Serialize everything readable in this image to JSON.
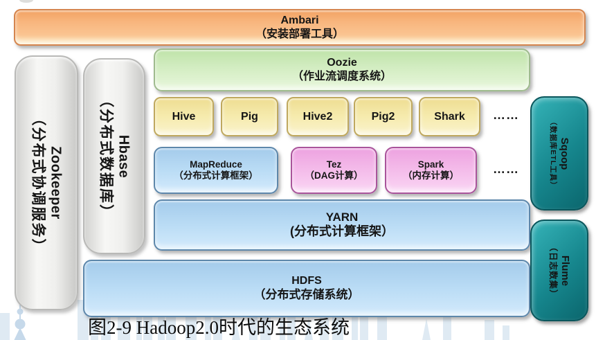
{
  "figure": {
    "caption": "图2-9 Hadoop2.0时代的生态系统"
  },
  "diagram": {
    "ambari": {
      "name": "Ambari",
      "desc": "（安装部署工具）"
    },
    "zookeeper": {
      "name": "Zookeeper",
      "desc": "（分布式协调服务）"
    },
    "hbase": {
      "name": "Hbase",
      "desc": "（分布式数据库）"
    },
    "oozie": {
      "name": "Oozie",
      "desc": "（作业流调度系统）"
    },
    "query_tools": [
      "Hive",
      "Pig",
      "Hive2",
      "Pig2",
      "Shark"
    ],
    "query_ellipsis": "……",
    "compute": [
      {
        "name": "MapReduce",
        "desc": "（分布式计算框架）"
      },
      {
        "name": "Tez",
        "desc": "（DAG计算）"
      },
      {
        "name": "Spark",
        "desc": "（内存计算）"
      }
    ],
    "compute_ellipsis": "……",
    "yarn": {
      "name": "YARN",
      "desc": "(分布式计算框架）"
    },
    "hdfs": {
      "name": "HDFS",
      "desc": "（分布式存储系统）"
    },
    "sqoop": {
      "name": "Sqoop",
      "desc": "（数据库ETL工具）"
    },
    "flume": {
      "name": "Flume",
      "desc": "（日志数集）"
    }
  },
  "colors": {
    "ambari_orange": "#f8b67e",
    "oozie_green": "#d3edc2",
    "tool_yellow": "#f6ebae",
    "framework_blue": "#badcf5",
    "compute_pink": "#f4bcea",
    "connector_teal": "#16868d",
    "service_gray": "#efefed",
    "watermark_blue": "#c5d9eb"
  }
}
